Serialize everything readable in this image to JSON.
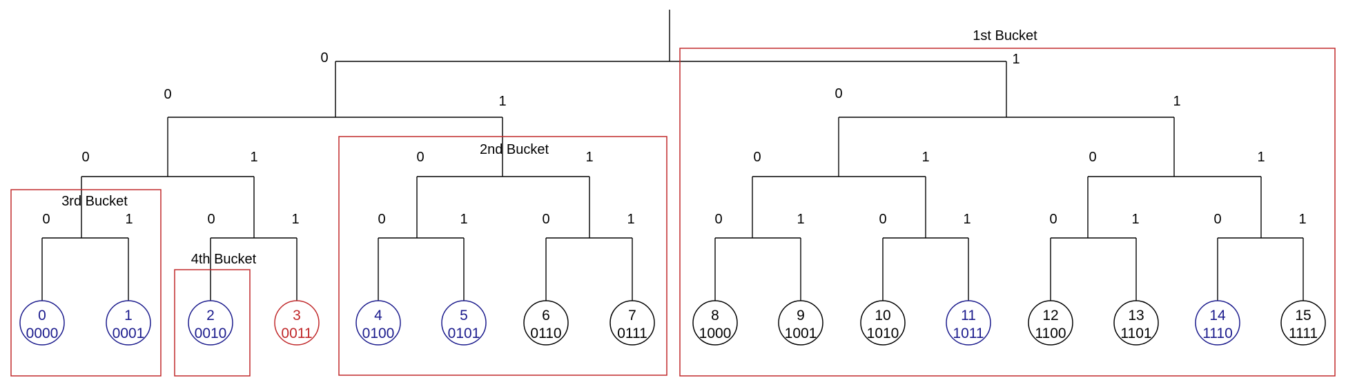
{
  "colors": {
    "line": "#000000",
    "bucket_border": "#c0282a",
    "node_black": "#000000",
    "node_blue": "#1a1a8c",
    "node_red": "#c0282a"
  },
  "edge_labels": {
    "left": "0",
    "right": "1"
  },
  "buckets": [
    {
      "id": "bucket-1st",
      "label": "1st  Bucket"
    },
    {
      "id": "bucket-2nd",
      "label": "2nd Bucket"
    },
    {
      "id": "bucket-3rd",
      "label": "3rd  Bucket"
    },
    {
      "id": "bucket-4th",
      "label": "4th  Bucket"
    }
  ],
  "leaves": [
    {
      "value": "0",
      "bits": "0000",
      "status": "blue"
    },
    {
      "value": "1",
      "bits": "0001",
      "status": "blue"
    },
    {
      "value": "2",
      "bits": "0010",
      "status": "blue"
    },
    {
      "value": "3",
      "bits": "0011",
      "status": "red"
    },
    {
      "value": "4",
      "bits": "0100",
      "status": "blue"
    },
    {
      "value": "5",
      "bits": "0101",
      "status": "blue"
    },
    {
      "value": "6",
      "bits": "0110",
      "status": "black"
    },
    {
      "value": "7",
      "bits": "0111",
      "status": "black"
    },
    {
      "value": "8",
      "bits": "1000",
      "status": "black"
    },
    {
      "value": "9",
      "bits": "1001",
      "status": "black"
    },
    {
      "value": "10",
      "bits": "1010",
      "status": "black"
    },
    {
      "value": "11",
      "bits": "1011",
      "status": "blue"
    },
    {
      "value": "12",
      "bits": "1100",
      "status": "black"
    },
    {
      "value": "13",
      "bits": "1101",
      "status": "black"
    },
    {
      "value": "14",
      "bits": "1110",
      "status": "blue"
    },
    {
      "value": "15",
      "bits": "1111",
      "status": "black"
    }
  ]
}
